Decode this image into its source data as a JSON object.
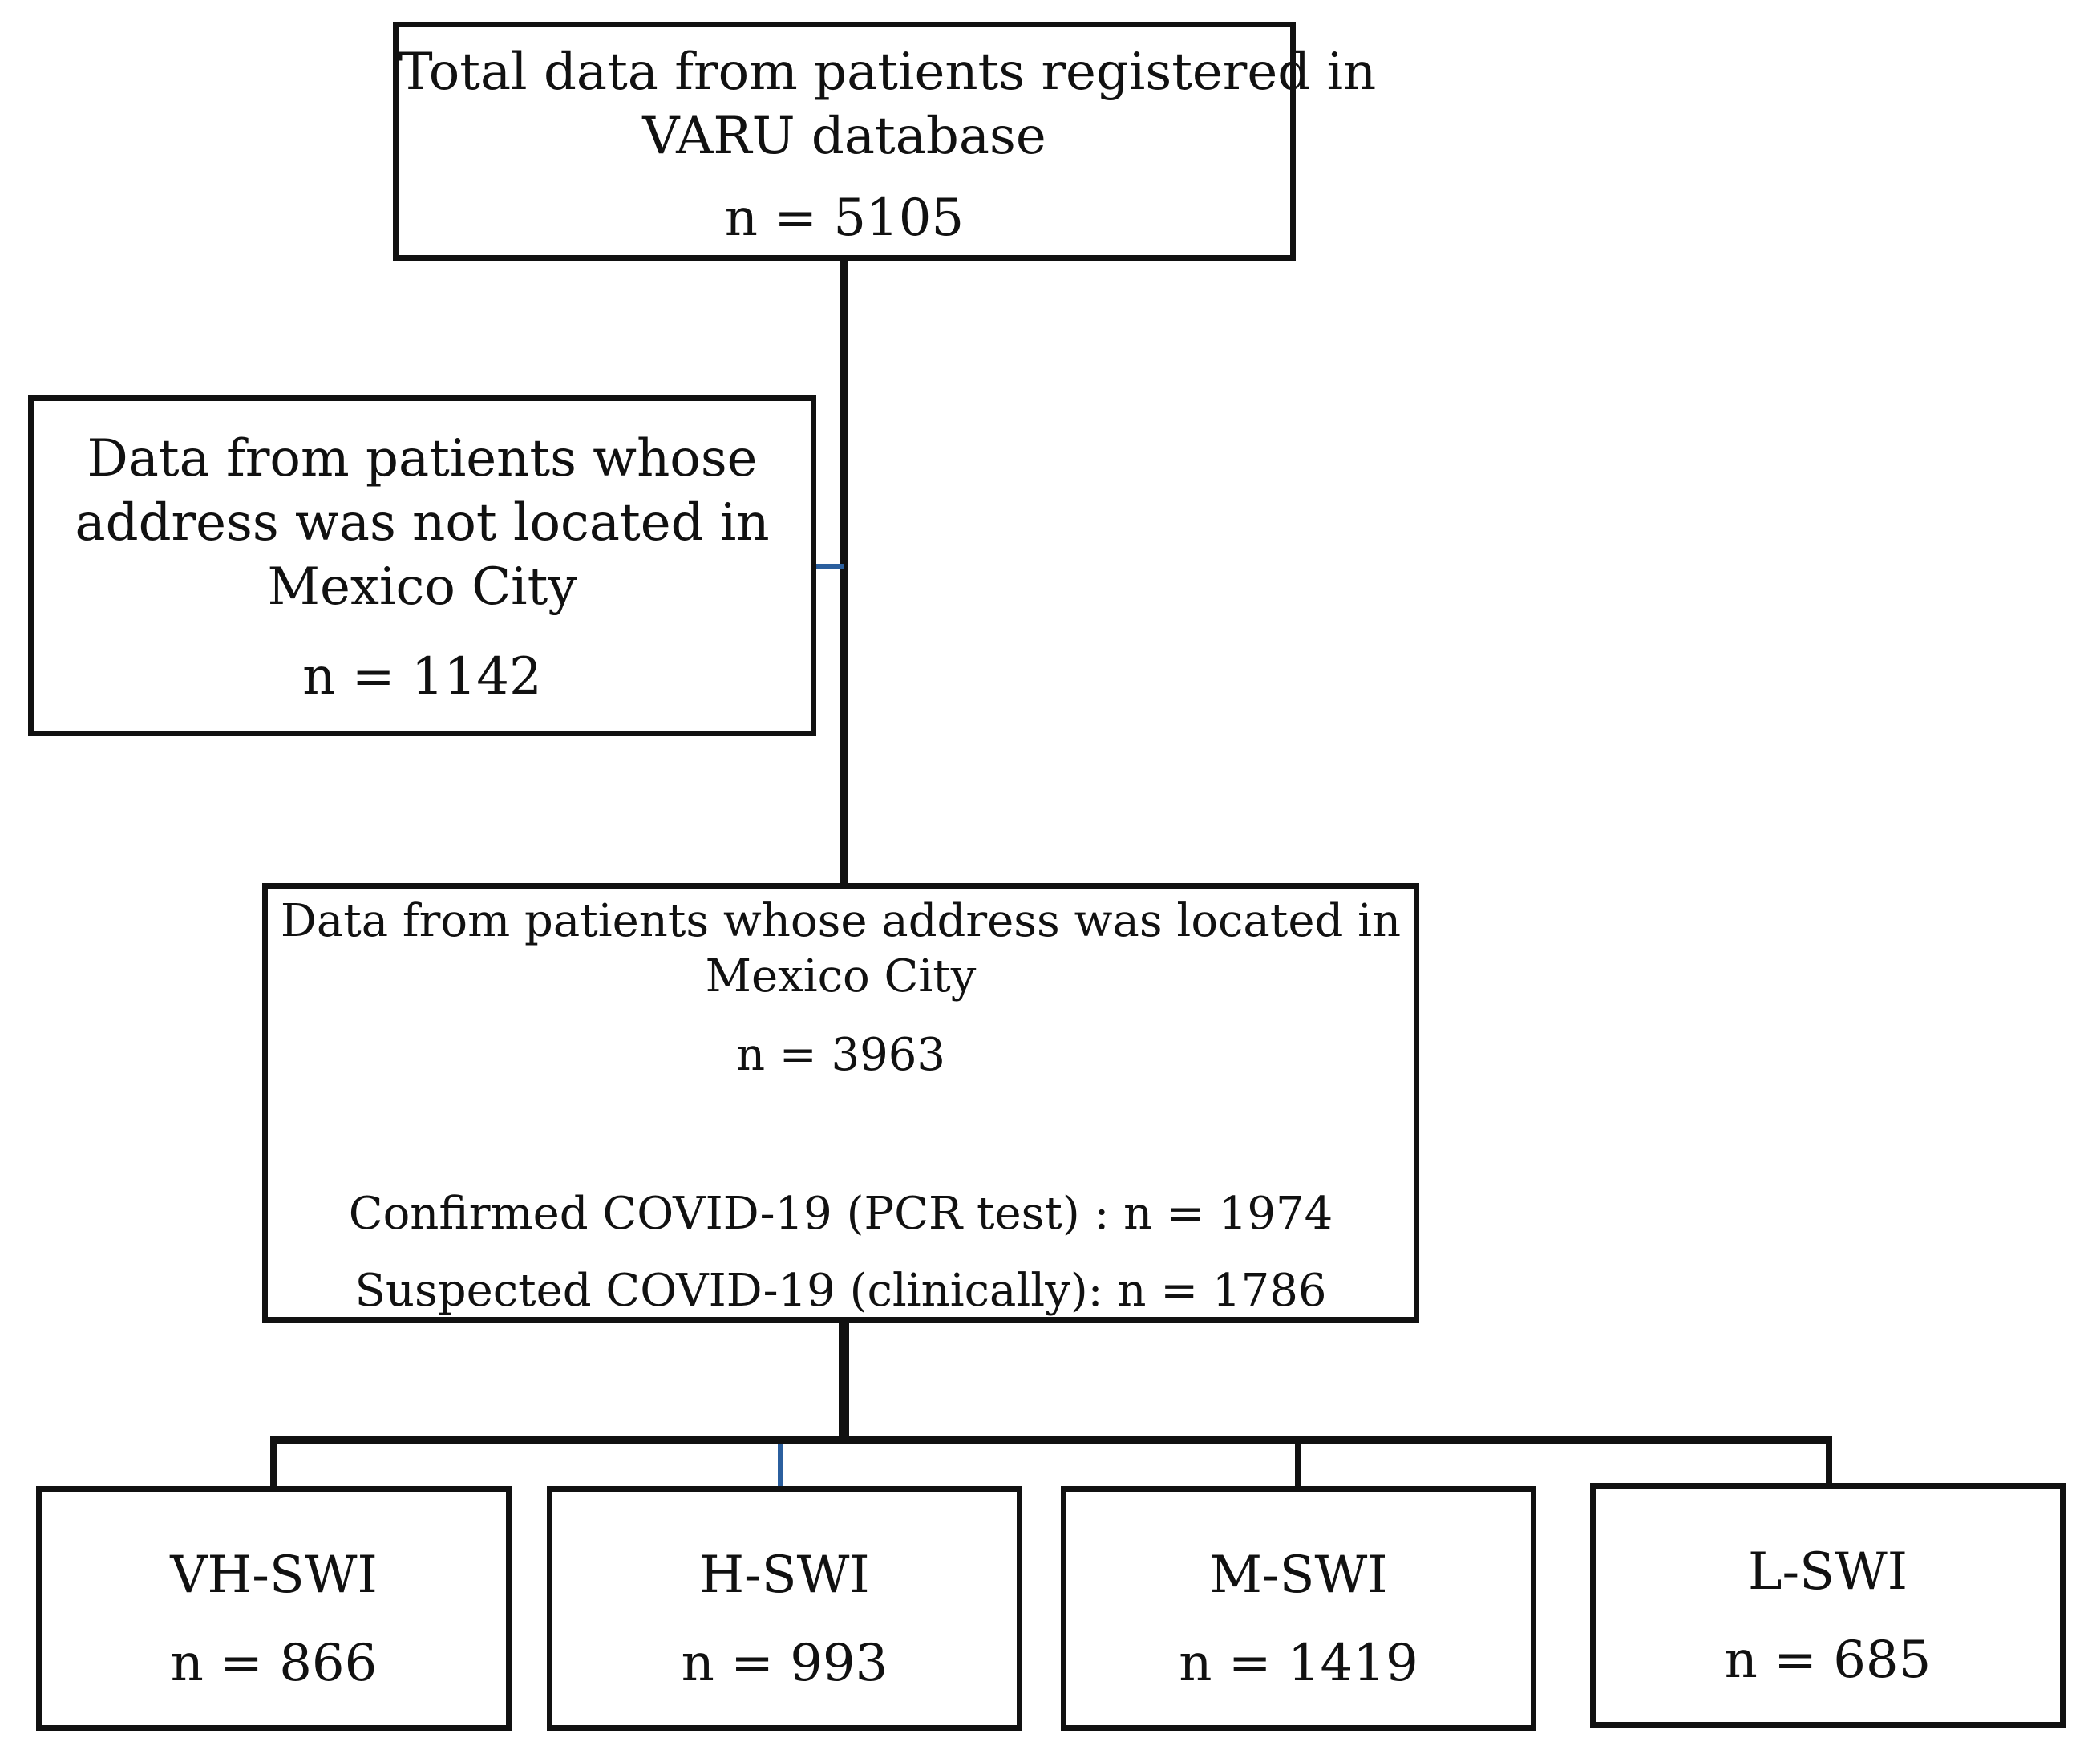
{
  "colors": {
    "border": "#111111",
    "connector_accent": "#2b5f9e",
    "background": "#ffffff"
  },
  "top_box": {
    "title_line1": "Total data from patients registered in",
    "title_line2": "VARU database",
    "count": "n = 5105"
  },
  "excluded_box": {
    "line1": "Data from patients whose",
    "line2": "address was not located in",
    "line3": "Mexico City",
    "count": "n = 1142"
  },
  "included_box": {
    "line1": "Data from patients whose address was located in",
    "line2": "Mexico City",
    "count": "n = 3963",
    "confirmed": "Confirmed COVID-19 (PCR test) : n = 1974",
    "suspected": "Suspected COVID-19 (clinically): n = 1786"
  },
  "groups": [
    {
      "label": "VH-SWI",
      "count": "n = 866"
    },
    {
      "label": "H-SWI",
      "count": "n = 993"
    },
    {
      "label": "M-SWI",
      "count": "n = 1419"
    },
    {
      "label": "L-SWI",
      "count": "n = 685"
    }
  ]
}
